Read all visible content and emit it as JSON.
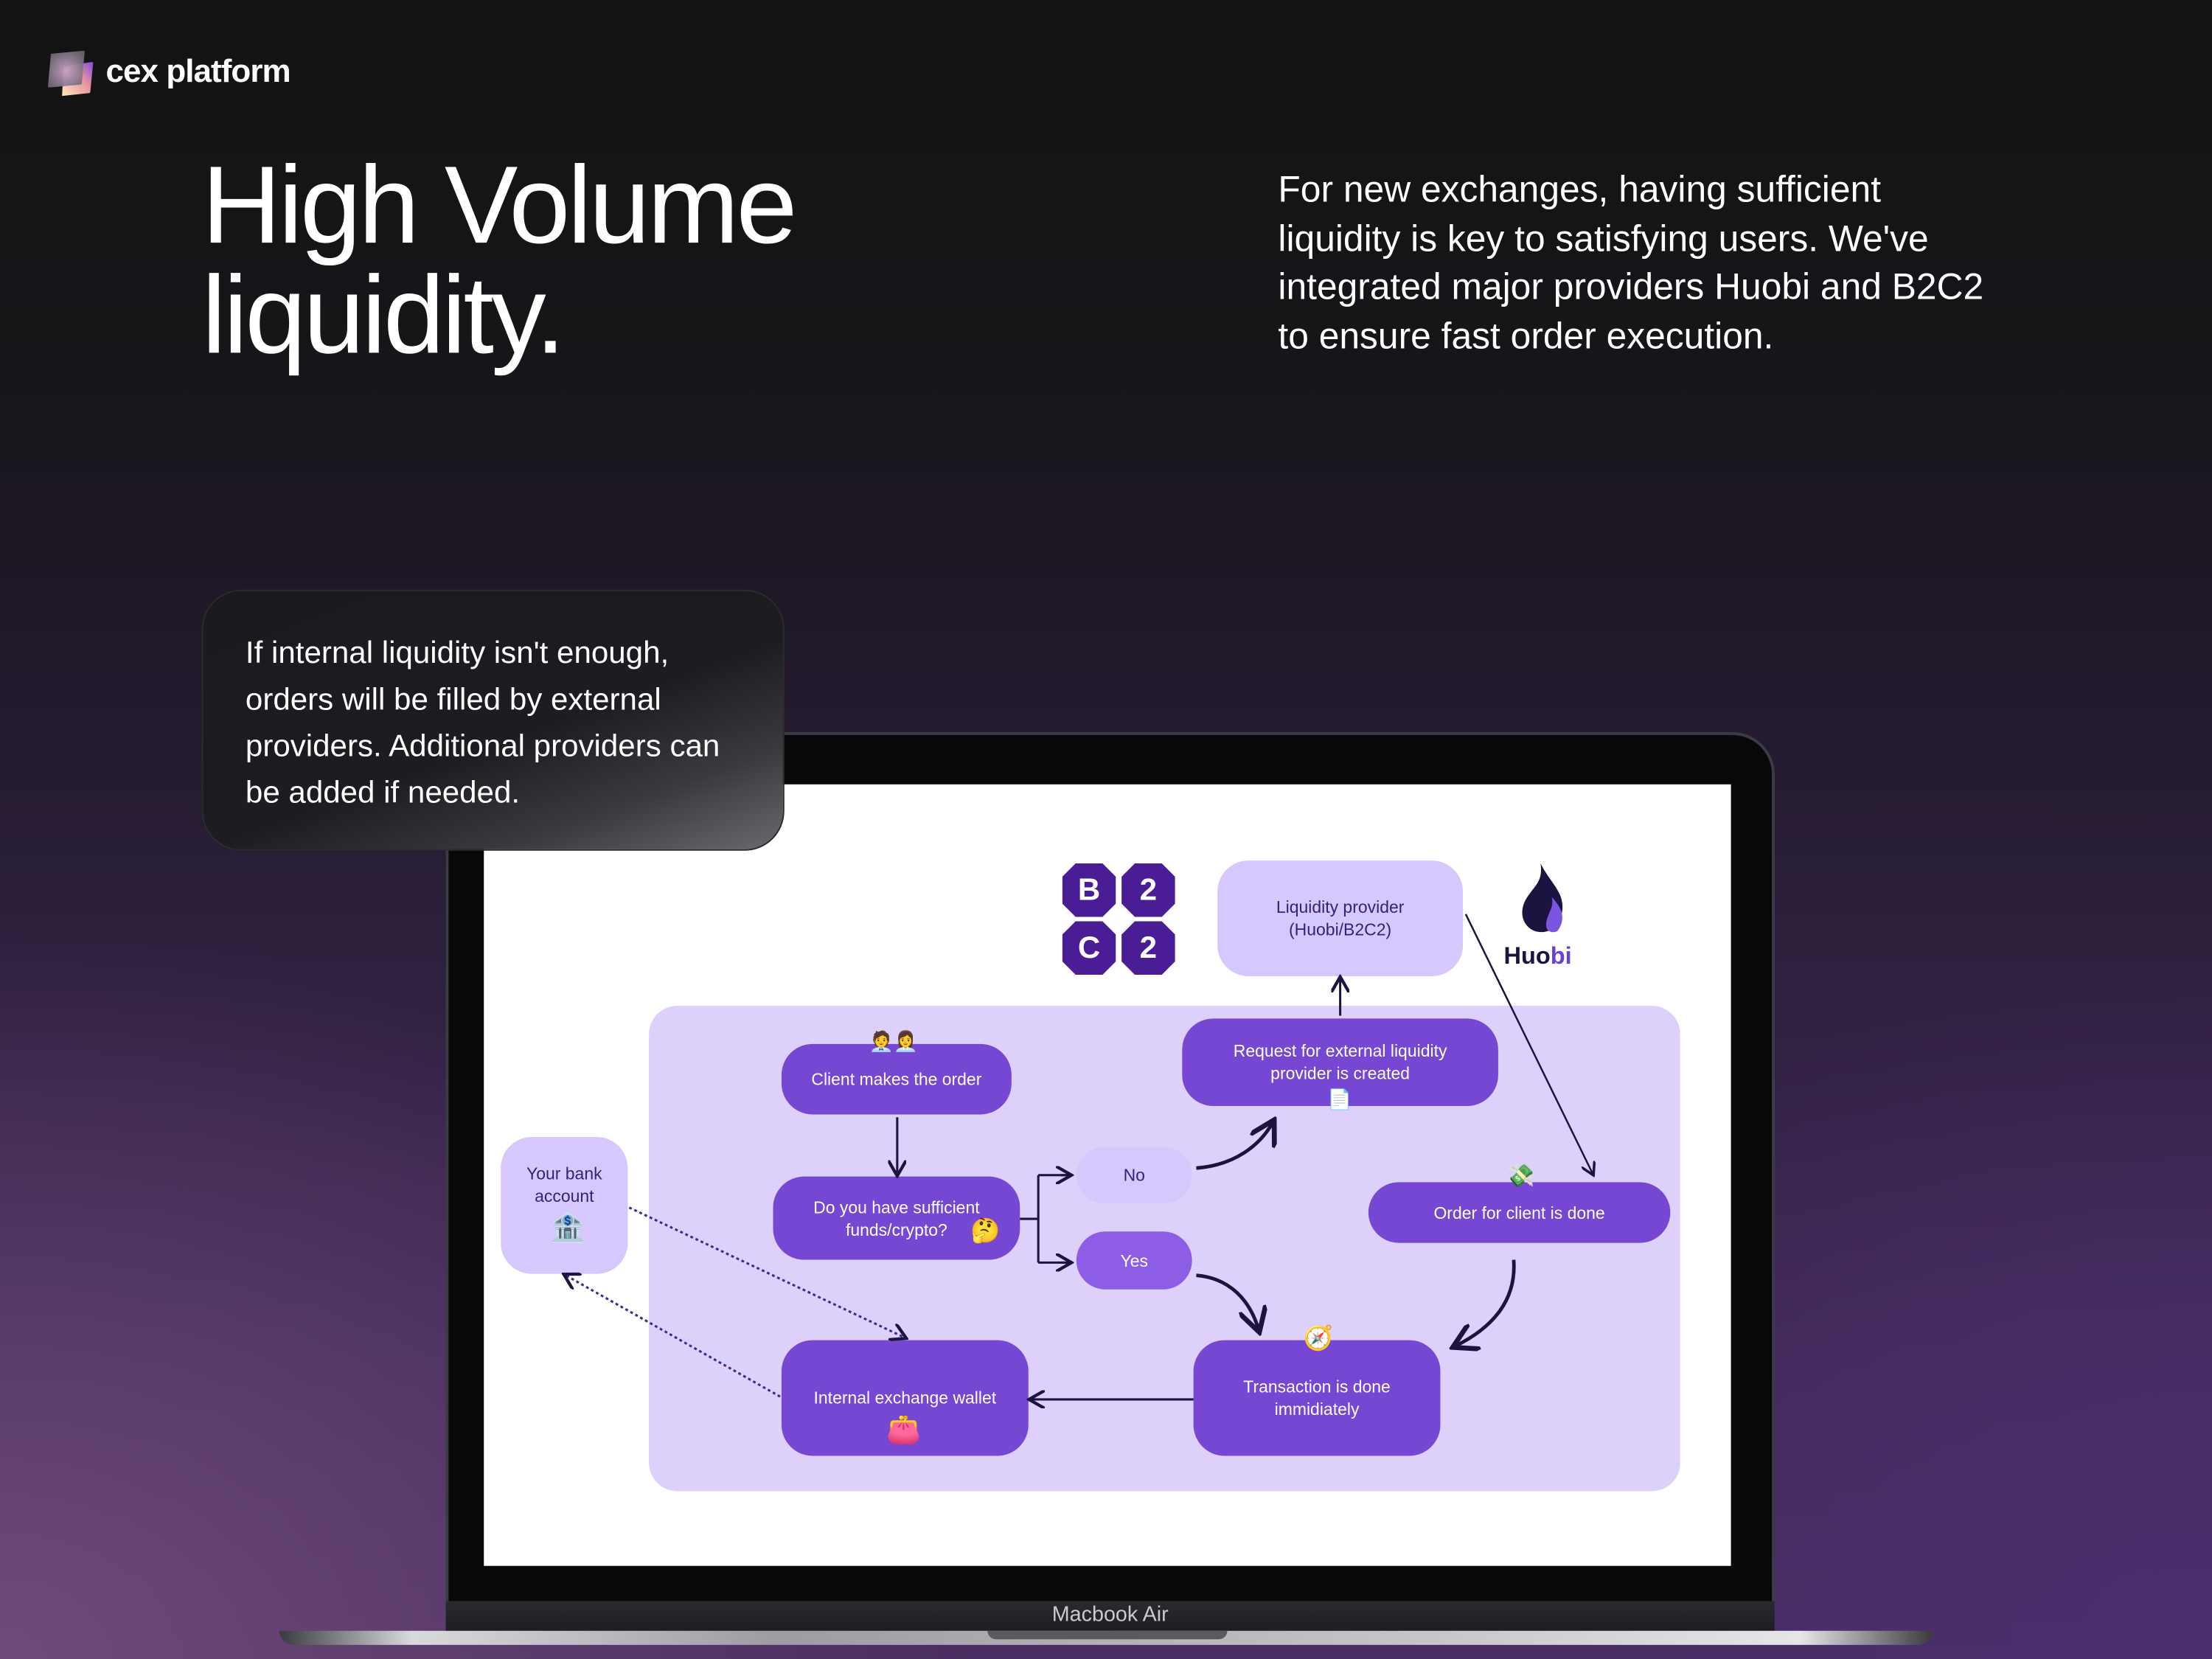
{
  "brand": {
    "name": "cex platform"
  },
  "hero": {
    "title_line1": "High Volume",
    "title_line2": "liquidity.",
    "description": "For new exchanges, having sufficient liquidity is key to satisfying users. We've integrated major providers Huobi and B2C2 to ensure fast order execution."
  },
  "callout": {
    "text": "If internal liquidity isn't enough, orders will be filled by external providers. Additional providers can be added if needed."
  },
  "device": {
    "label": "Macbook Air"
  },
  "diagram": {
    "b2c2_tiles": [
      "B",
      "2",
      "C",
      "2"
    ],
    "huobi_logo": {
      "text_a": "Huo",
      "text_b": "bi"
    },
    "nodes": {
      "liquidity_provider": "Liquidity provider (Huobi/B2C2)",
      "request": "Request for external liquidity provider is created",
      "client_order": "Client makes the order",
      "bank": "Your bank account",
      "sufficient": "Do you have sufficient funds/crypto?",
      "no": "No",
      "yes": "Yes",
      "order_done": "Order for client is done",
      "wallet": "Internal exchange wallet",
      "transaction": "Transaction is done immidiately"
    }
  },
  "colors": {
    "node": "#7547d3",
    "node_light": "#d6c7fc",
    "area": "#ddd1fb",
    "b2c2": "#4a1d96"
  }
}
